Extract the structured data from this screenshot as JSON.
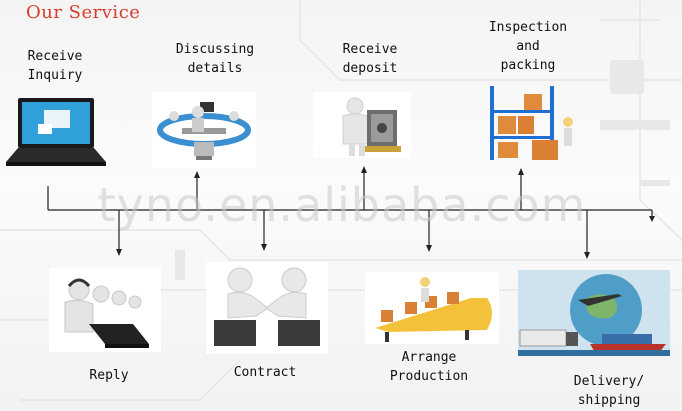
{
  "title": "Our Service",
  "watermark": "tyno.en.alibaba.com",
  "steps_top": [
    {
      "label": "Receive\nInquiry",
      "icon": "laptop-icon"
    },
    {
      "label": "Discussing\ndetails",
      "icon": "meeting-icon"
    },
    {
      "label": "Receive\ndeposit",
      "icon": "safe-icon"
    },
    {
      "label": "Inspection\nand\npacking",
      "icon": "warehouse-icon"
    }
  ],
  "steps_bottom": [
    {
      "label": "Reply",
      "icon": "call-center-icon"
    },
    {
      "label": "Contract",
      "icon": "handshake-icon"
    },
    {
      "label": "Arrange\nProduction",
      "icon": "conveyor-icon"
    },
    {
      "label": "Delivery/\nshipping",
      "icon": "globe-shipping-icon"
    }
  ],
  "colors": {
    "title": "#d93a2b",
    "timeline": "#222222"
  }
}
